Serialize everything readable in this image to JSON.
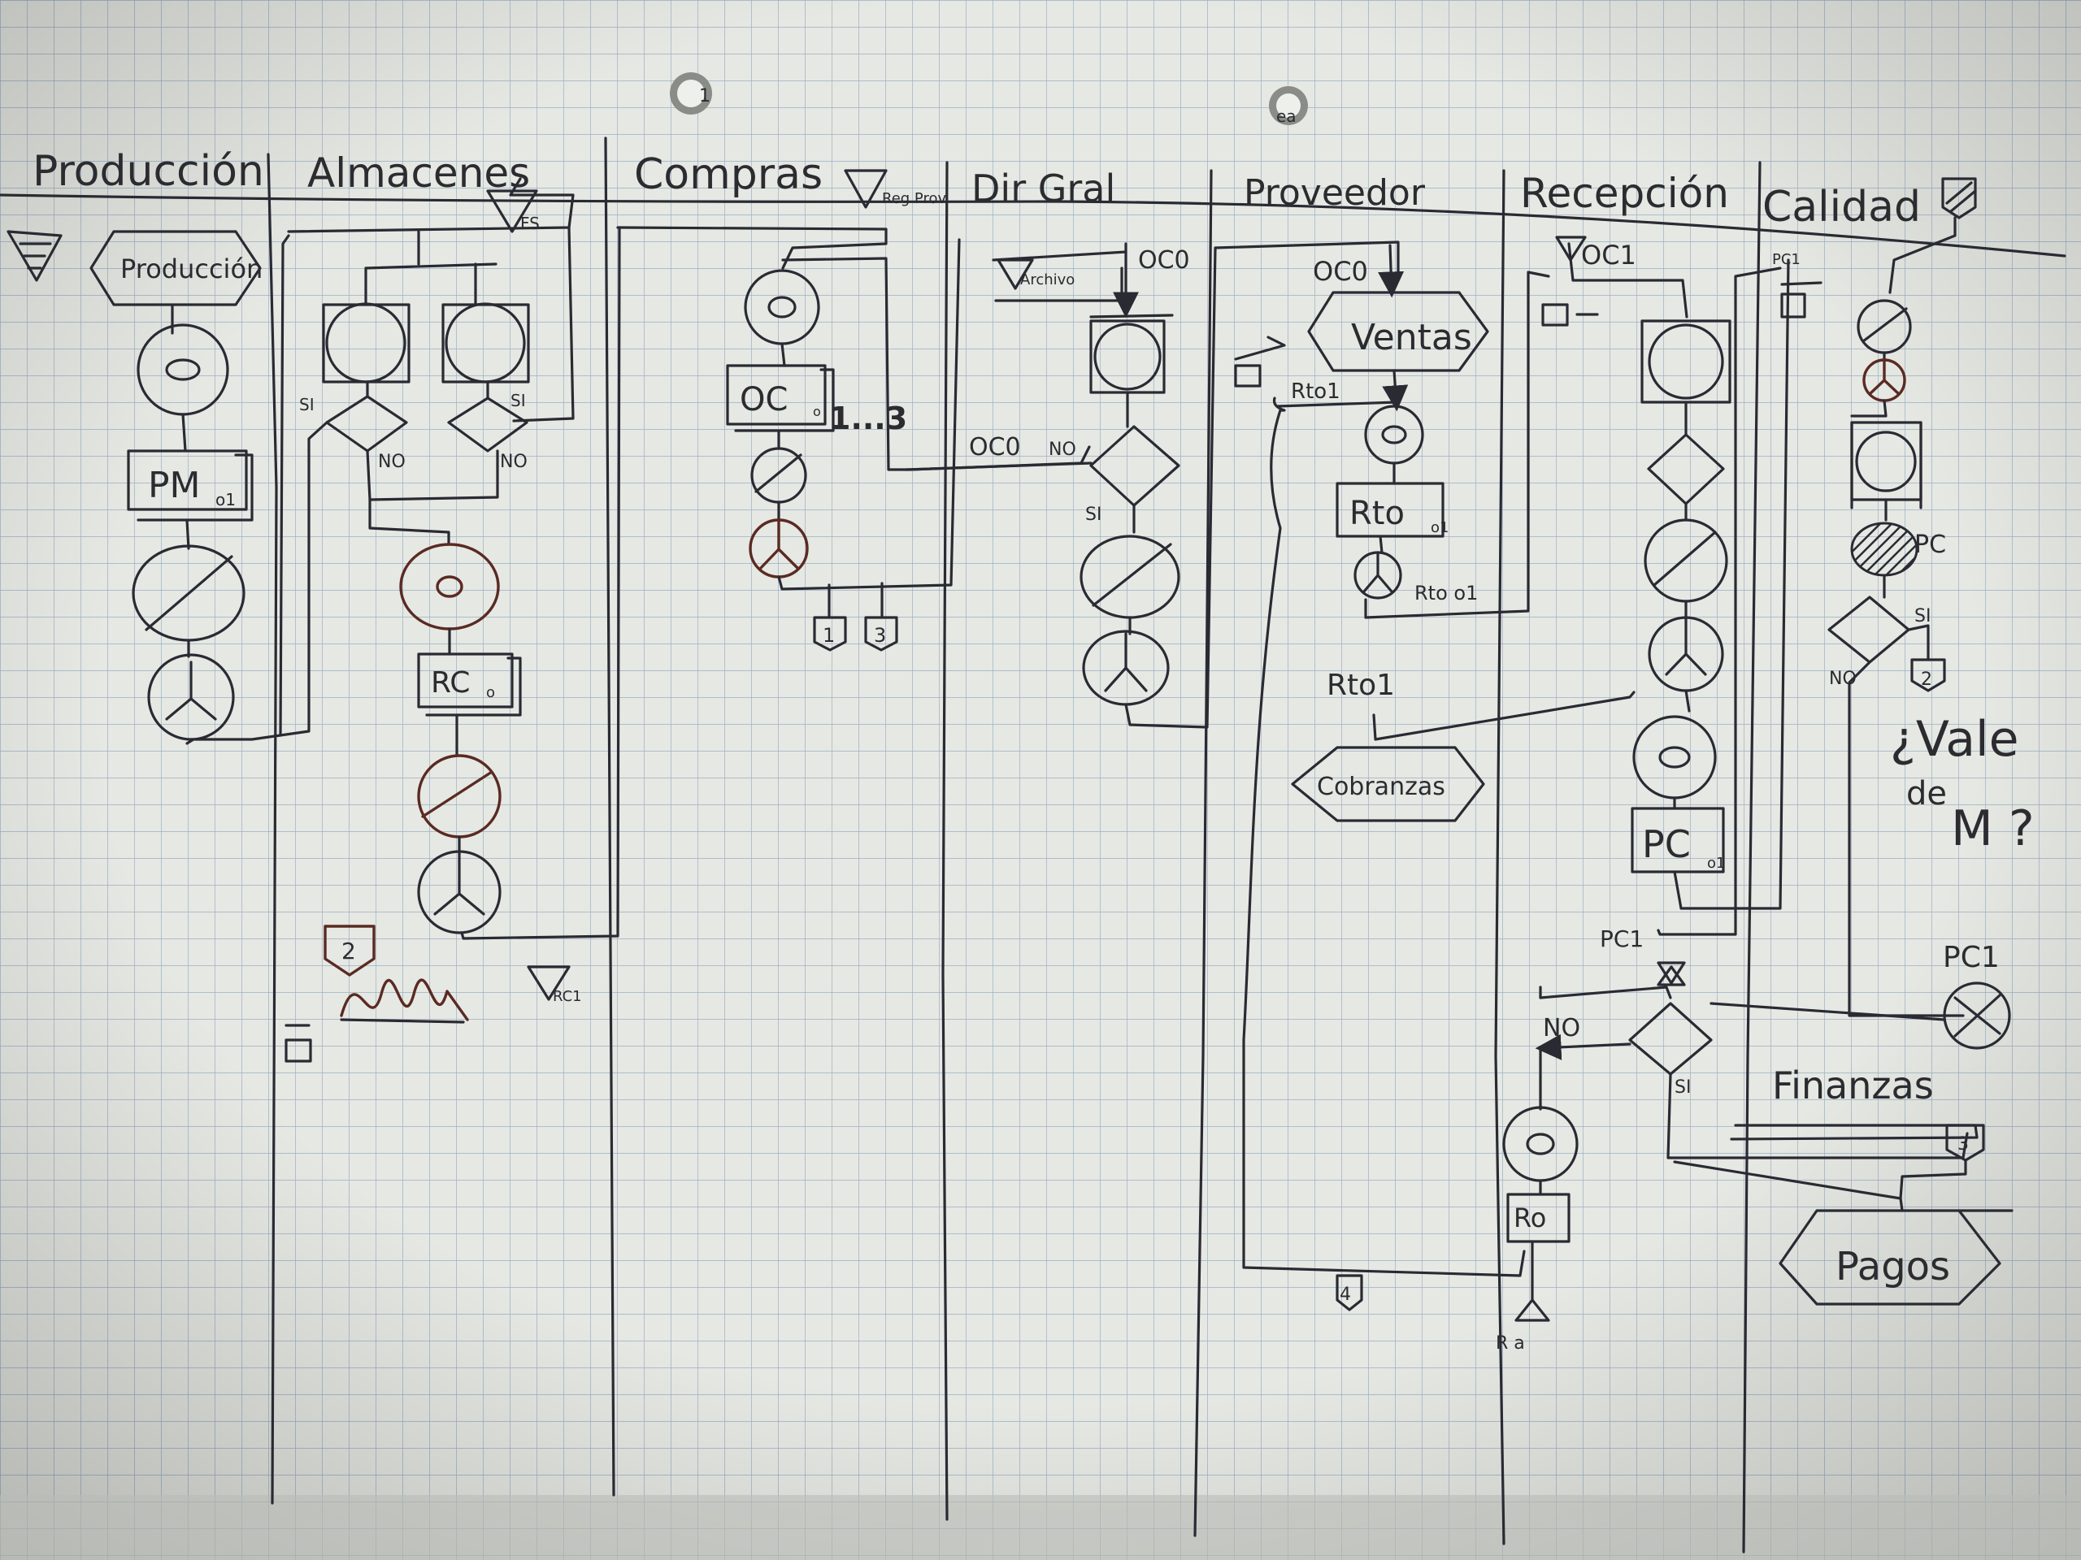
{
  "diagram": {
    "lanes": [
      {
        "id": "produccion",
        "title": "Producción"
      },
      {
        "id": "almacenes",
        "title": "Almacenes"
      },
      {
        "id": "compras",
        "title": "Compras"
      },
      {
        "id": "dirgral",
        "title": "Dir Gral"
      },
      {
        "id": "proveedor",
        "title": "Proveedor"
      },
      {
        "id": "recepcion",
        "title": "Recepción"
      },
      {
        "id": "calidad",
        "title": "Calidad"
      }
    ],
    "labels": {
      "produccion_hex": "Producción",
      "pm": "PM",
      "pm_sub": "o1",
      "rc": "RC",
      "rc_sub": "o",
      "rc1": "RC1",
      "fs": "FS",
      "si": "SI",
      "no": "NO",
      "reg_prov": "Reg Prov",
      "oc": "OC",
      "oc_sub": "o",
      "oc_range": "1...3",
      "oc0": "OC0",
      "oc1": "OC1",
      "archivo": "Archivo",
      "doc1": "1",
      "doc2": "2",
      "doc3": "3",
      "doc4": "4",
      "ventas": "Ventas",
      "rto": "Rto",
      "rto_sub": "o1",
      "rto1": "Rto1",
      "rto_o1": "Rto o1",
      "cobranzas": "Cobranzas",
      "pc": "PC",
      "pc_sub": "o1",
      "pc1": "PC1",
      "pc_o1": "PC o1",
      "ro": "Ro",
      "r_a": "R a",
      "vale": "¿Vale",
      "de": "de",
      "mu": "M ?",
      "finanzas": "Finanzas",
      "pagos": "Pagos",
      "hole1": "1",
      "hole2": "ea"
    }
  }
}
